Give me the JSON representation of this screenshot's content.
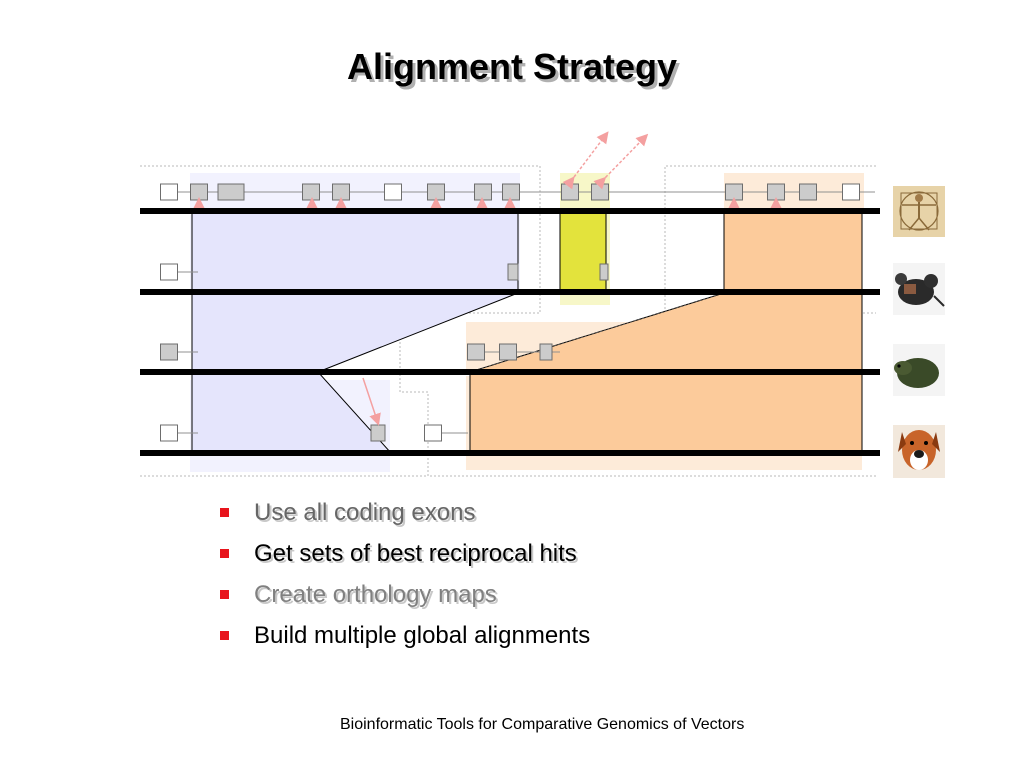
{
  "slide": {
    "title": "Alignment Strategy",
    "footer": "Bioinformatic Tools for Comparative Genomics of Vectors"
  },
  "bullets": [
    {
      "text": "Use all coding exons",
      "color": "#666666",
      "shadow": true
    },
    {
      "text": "Get sets of best reciprocal hits",
      "color": "#000000",
      "shadow": true
    },
    {
      "text": "Create orthology maps",
      "color": "#808080",
      "shadow": true
    },
    {
      "text": "Build multiple global alignments",
      "color": "#000000",
      "shadow": false
    }
  ],
  "colors": {
    "bullet": "#e8141c",
    "genome_line": "#000000",
    "region_blue": "#e5e5fc",
    "region_yellow": "#e3e33c",
    "region_orange": "#fccb9b",
    "exon_fill": "#cccccc",
    "reciprocal_arrow": "#f4a0a0"
  },
  "diagram": {
    "genomes": [
      {
        "icon": "human-figure-icon"
      },
      {
        "icon": "mouse-icon"
      },
      {
        "icon": "rat-icon"
      },
      {
        "icon": "dog-icon"
      }
    ]
  }
}
